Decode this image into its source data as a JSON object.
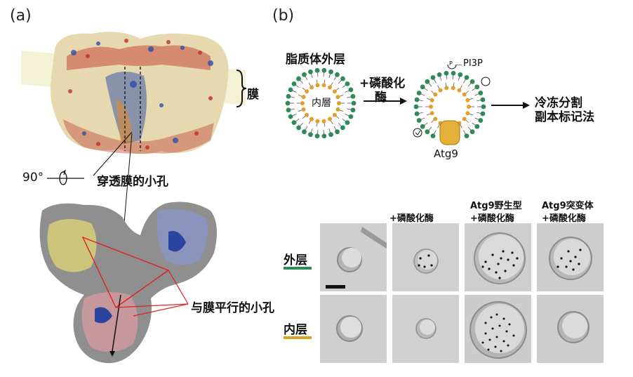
{
  "panels": {
    "a_label": "(a)",
    "b_label": "(b)"
  },
  "panel_a": {
    "membrane_label": "膜",
    "rotation_label": "90°",
    "pore_through_label": "穿透膜的小孔",
    "pore_parallel_label": "与膜平行的小孔"
  },
  "panel_b": {
    "liposome_outer_label": "脂质体外层",
    "inner_label": "内層",
    "phosphatase_step_line1": "+磷酸化",
    "phosphatase_step_line2": "酶",
    "pi3p_label": "PI3P",
    "phosphate_symbol": "P",
    "atg9_label": "Atg9",
    "freeze_fracture_line1": "冷冻分割",
    "freeze_fracture_line2": "副本标记法",
    "columns": [
      {
        "line1": "",
        "line2": ""
      },
      {
        "line1": "",
        "line2": "+磷酸化酶"
      },
      {
        "line1": "Atg9野生型",
        "line2": "+磷酸化酶"
      },
      {
        "line1": "Atg9突变体",
        "line2": "+磷酸化酶"
      }
    ],
    "rows": [
      {
        "label": "外层",
        "color": "#2e8b57"
      },
      {
        "label": "内层",
        "color": "#d9a520"
      }
    ]
  },
  "colors": {
    "outer_lipid": "#2e8b57",
    "inner_lipid": "#e0a030",
    "atg9": "#e3b13a"
  }
}
